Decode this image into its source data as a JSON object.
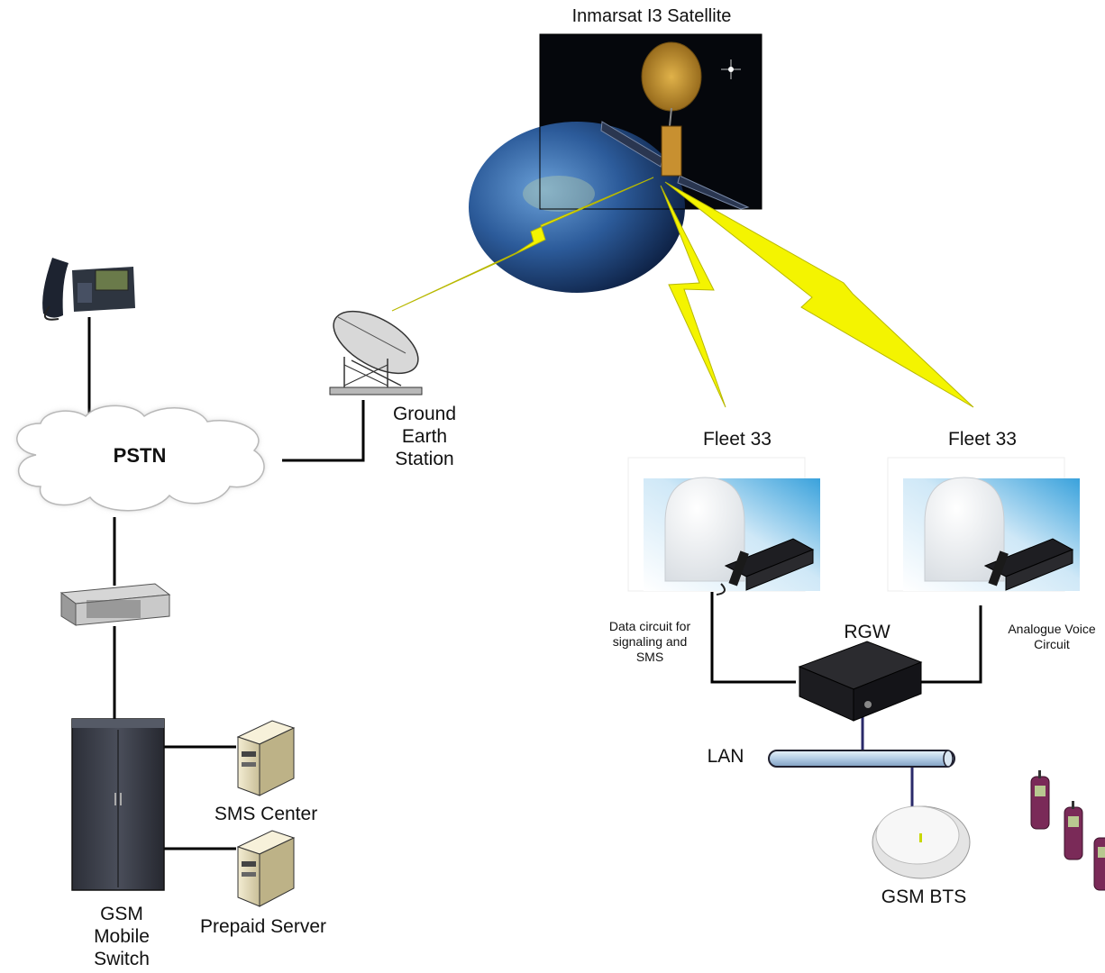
{
  "labels": {
    "satellite": "Inmarsat I3 Satellite",
    "pstn": "PSTN",
    "ground_station": [
      "Ground",
      "Earth",
      "Station"
    ],
    "fleet_left": "Fleet 33",
    "fleet_right": "Fleet 33",
    "rgw": "RGW",
    "data_circuit": [
      "Data circuit for",
      "signaling and",
      "SMS"
    ],
    "analogue_voice": [
      "Analogue Voice",
      "Circuit"
    ],
    "lan": "LAN",
    "gsm_bts": "GSM BTS",
    "sms_center": "SMS Center",
    "prepaid_server": "Prepaid Server",
    "gsm_switch": [
      "GSM",
      "Mobile",
      "Switch"
    ]
  },
  "colors": {
    "lightning": "#f4f400",
    "lightning_edge": "#b8b800",
    "line": "#000000",
    "lan_pipe": "#c4d8ec",
    "sky_light": "#ffffff",
    "sky_blue": "#5ab4e6",
    "space": "#05070c",
    "cabinet": "#3a3d48",
    "phone": "#7a2a58"
  },
  "icons": {
    "satellite": "satellite-image",
    "telephone": "desk-phone-icon",
    "cloud": "cloud-icon",
    "dish": "satellite-dish-icon",
    "terminal": "fleet-terminal-icon",
    "router": "router-box-icon",
    "server": "server-tower-icon",
    "cabinet": "switch-cabinet-icon",
    "bts": "bts-dome-icon",
    "mobile": "mobile-phone-icon"
  }
}
